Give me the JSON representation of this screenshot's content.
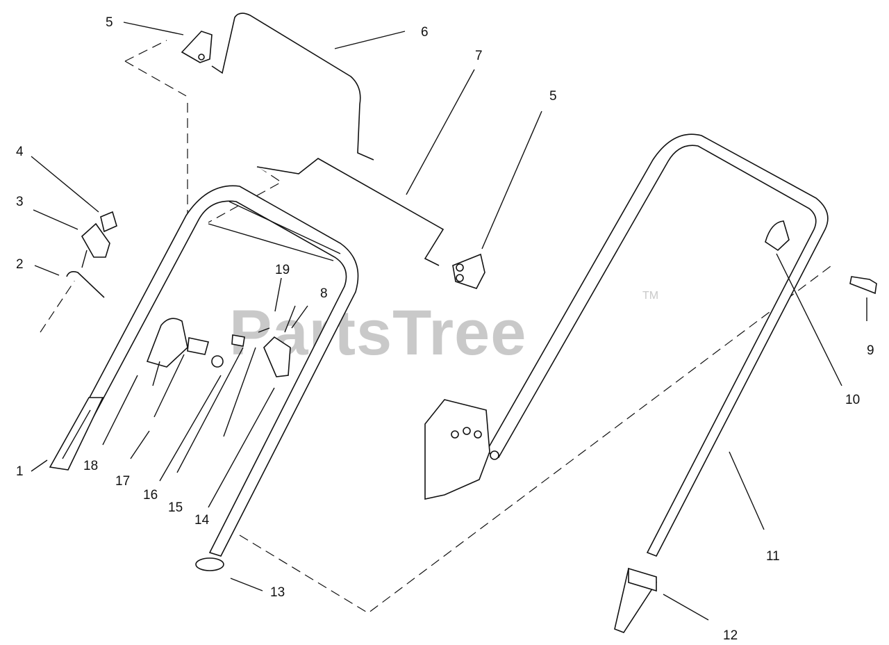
{
  "watermark": {
    "text": "PartsTree",
    "trademark": "TM"
  },
  "callouts": [
    "1",
    "2",
    "3",
    "4",
    "5",
    "6",
    "7",
    "5",
    "8",
    "9",
    "10",
    "11",
    "12",
    "13",
    "14",
    "15",
    "16",
    "17",
    "18",
    "19"
  ]
}
